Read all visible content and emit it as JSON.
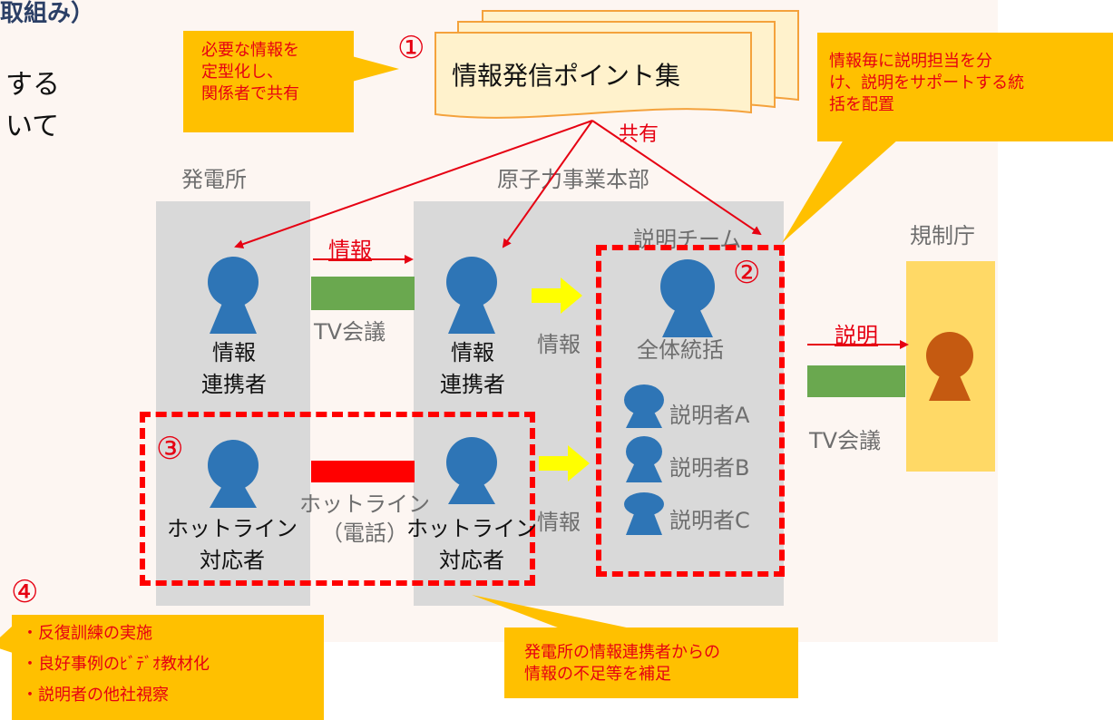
{
  "title_fragment": "取組み）",
  "left_fragment": {
    "line1": "する",
    "line2": "いて"
  },
  "doc_stack": {
    "title": "情報発信ポイント集",
    "number": "①"
  },
  "callouts": {
    "c1": [
      "必要な情報を",
      "定型化し、",
      "関係者で共有"
    ],
    "c2": [
      "情報毎に説明担当を分",
      "け、説明をサポートする統",
      "括を配置"
    ],
    "c3": [
      "発電所の情報連携者からの",
      "情報の不足等を補足"
    ],
    "c4": [
      "・反復訓練の実施",
      "・良好事例のﾋﾞﾃﾞｵ教材化",
      "・説明者の他社視察"
    ]
  },
  "share_label": "共有",
  "zones": {
    "plant": "発電所",
    "hq": "原子力事業本部",
    "team": "説明チーム",
    "regulator": "規制庁"
  },
  "people": {
    "plant_liaison": [
      "情報",
      "連携者"
    ],
    "hq_liaison": [
      "情報",
      "連携者"
    ],
    "plant_hotline": [
      "ホットライン",
      "対応者"
    ],
    "hq_hotline": [
      "ホットライン",
      "対応者"
    ],
    "overall": "全体統括",
    "exp_a": "説明者A",
    "exp_b": "説明者B",
    "exp_c": "説明者C"
  },
  "links": {
    "info_red": "情報",
    "tv1": "TV会議",
    "info_gray1": "情報",
    "info_gray2": "情報",
    "hotline": [
      "ホットライン",
      "（電話）"
    ],
    "explain": "説明",
    "tv2": "TV会議"
  },
  "numbers": {
    "n2": "②",
    "n3": "③",
    "n4": "④"
  },
  "colors": {
    "person_blue": "#2e75b6",
    "person_orange": "#c55a11",
    "accent_red": "#e60012",
    "callout_fill": "#ffc000",
    "arrow_yellow": "#ffff00",
    "doc_fill": "#fff2cc"
  }
}
